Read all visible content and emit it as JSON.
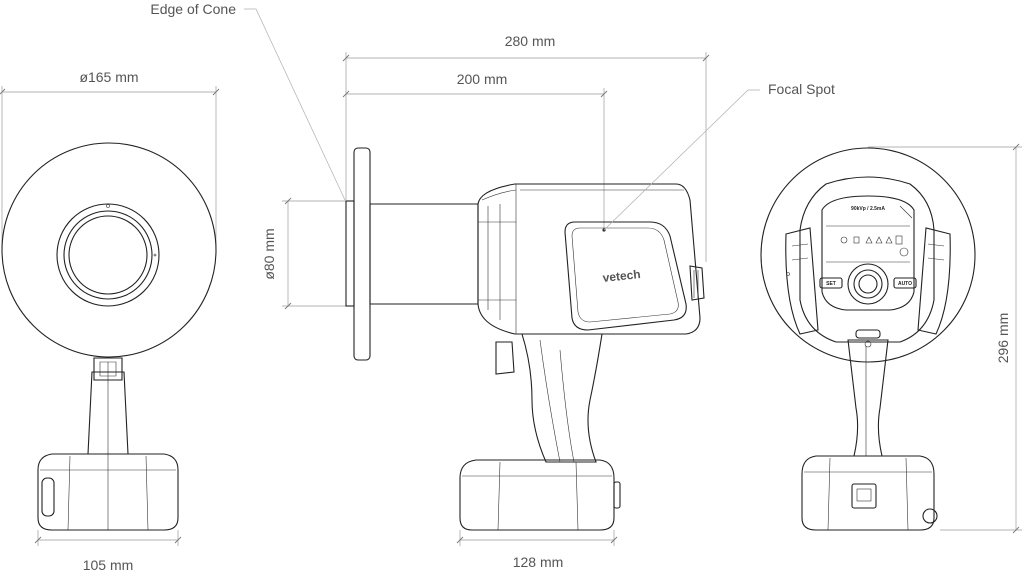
{
  "labels": {
    "edge_of_cone": "Edge of Cone",
    "focal_spot": "Focal Spot",
    "brand": "vetech",
    "panel_top": "90kVp / 2.5mA",
    "button_left": "SET",
    "button_right": "AUTO"
  },
  "dimensions": {
    "front_diameter": "ø165 mm",
    "front_base_width": "105 mm",
    "side_length_overall": "280 mm",
    "side_length_focal": "200 mm",
    "cone_diameter": "ø80 mm",
    "side_base_width": "128 mm",
    "rear_height": "296 mm"
  }
}
